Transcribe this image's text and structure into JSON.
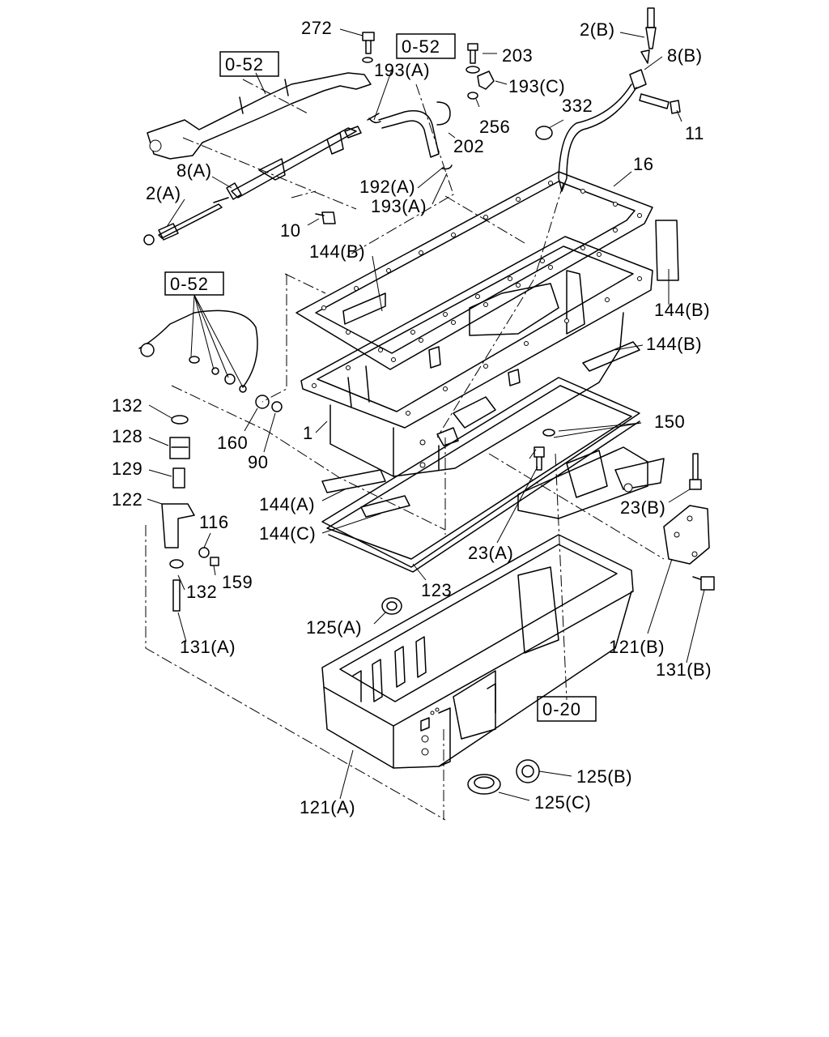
{
  "references": [
    "0-52",
    "0-52",
    "0-52",
    "0-20"
  ],
  "labels": [
    "272",
    "203",
    "193(A)",
    "193(C)",
    "256",
    "202",
    "2(B)",
    "8(B)",
    "11",
    "332",
    "16",
    "8(A)",
    "2(A)",
    "10",
    "192(A)",
    "193(A)",
    "144(B)",
    "144(B)",
    "144(B)",
    "132",
    "128",
    "129",
    "122",
    "116",
    "159",
    "132",
    "131(A)",
    "160",
    "90",
    "1",
    "144(A)",
    "144(C)",
    "123",
    "150",
    "23(A)",
    "23(B)",
    "125(A)",
    "121(B)",
    "131(B)",
    "121(A)",
    "125(B)",
    "125(C)"
  ]
}
